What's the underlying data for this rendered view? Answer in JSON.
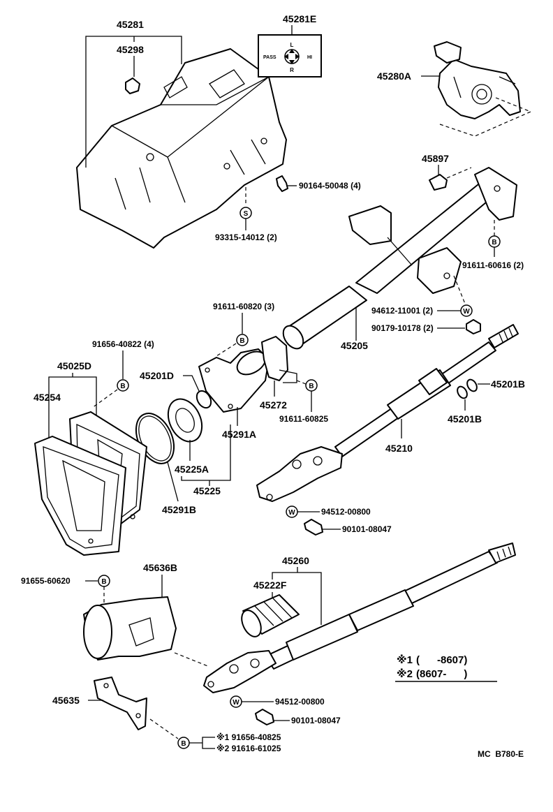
{
  "labels": {
    "p45281": "45281",
    "p45298": "45298",
    "p45281E": "45281E",
    "p45280A": "45280A",
    "p45897": "45897",
    "p90164": "90164-50048 (4)",
    "p93315": "93315-14012 (2)",
    "p91611_60616": "91611-60616 (2)",
    "p94612": "94612-11001 (2)",
    "p90179": "90179-10178 (2)",
    "p91611_60820": "91611-60820 (3)",
    "p91656_40822": "91656-40822 (4)",
    "p45025D": "45025D",
    "p45254": "45254",
    "p45201D": "45201D",
    "p45205": "45205",
    "p45272": "45272",
    "p91611_60825": "91611-60825",
    "p45201B_a": "45201B",
    "p45201B_b": "45201B",
    "p45291A": "45291A",
    "p45225A": "45225A",
    "p45225": "45225",
    "p45291B": "45291B",
    "p45210": "45210",
    "p94512_a": "94512-00800",
    "p90101_a": "90101-08047",
    "p91655": "91655-60620",
    "p45636B": "45636B",
    "p45260": "45260",
    "p45222F": "45222F",
    "p45635": "45635",
    "p94512_b": "94512-00800",
    "p90101_b": "90101-08047",
    "p_note1": "※1 91656-40825",
    "p_note2": "※2 91616-61025"
  },
  "badges": {
    "s": "S",
    "b": "B",
    "w": "W"
  },
  "switch_label": {
    "top": "L",
    "bottom": "R",
    "left": "PASS",
    "right": "HI"
  },
  "legend": {
    "row1_mark": "※1",
    "row1_text": "(      -8607)",
    "row2_mark": "※2",
    "row2_text": "(8607-      )"
  },
  "footer_code": "MC  B780-E"
}
